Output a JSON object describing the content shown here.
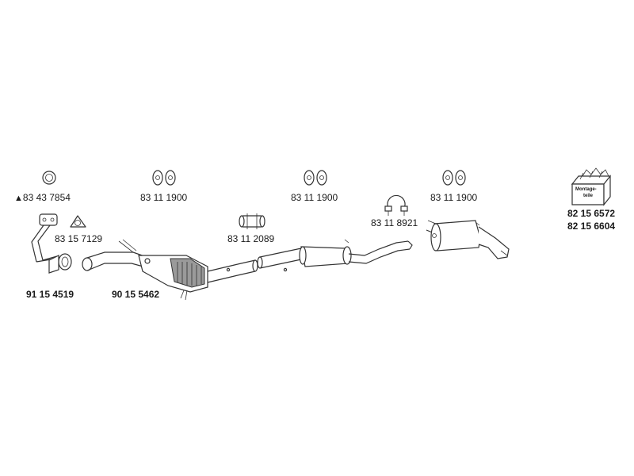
{
  "parts": {
    "gasket": {
      "number": "83 43 7854",
      "marker": "▲"
    },
    "flange_gasket": {
      "number": "83 15 7129"
    },
    "front_pipe": {
      "number": "91 15 4519"
    },
    "catalytic_pipe": {
      "number": "90 15 5462"
    },
    "hanger_1": {
      "number": "83 11 1900"
    },
    "clamp_sleeve": {
      "number": "83 11 2089"
    },
    "hanger_2": {
      "number": "83 11 1900"
    },
    "pipe_clamp": {
      "number": "83 11 8921"
    },
    "hanger_3": {
      "number": "83 11 1900"
    },
    "mounting_kit": {
      "number_1": "82 15 6572",
      "number_2": "82 15 6604",
      "box_text_1": "Montage-",
      "box_text_2": "teile"
    }
  }
}
